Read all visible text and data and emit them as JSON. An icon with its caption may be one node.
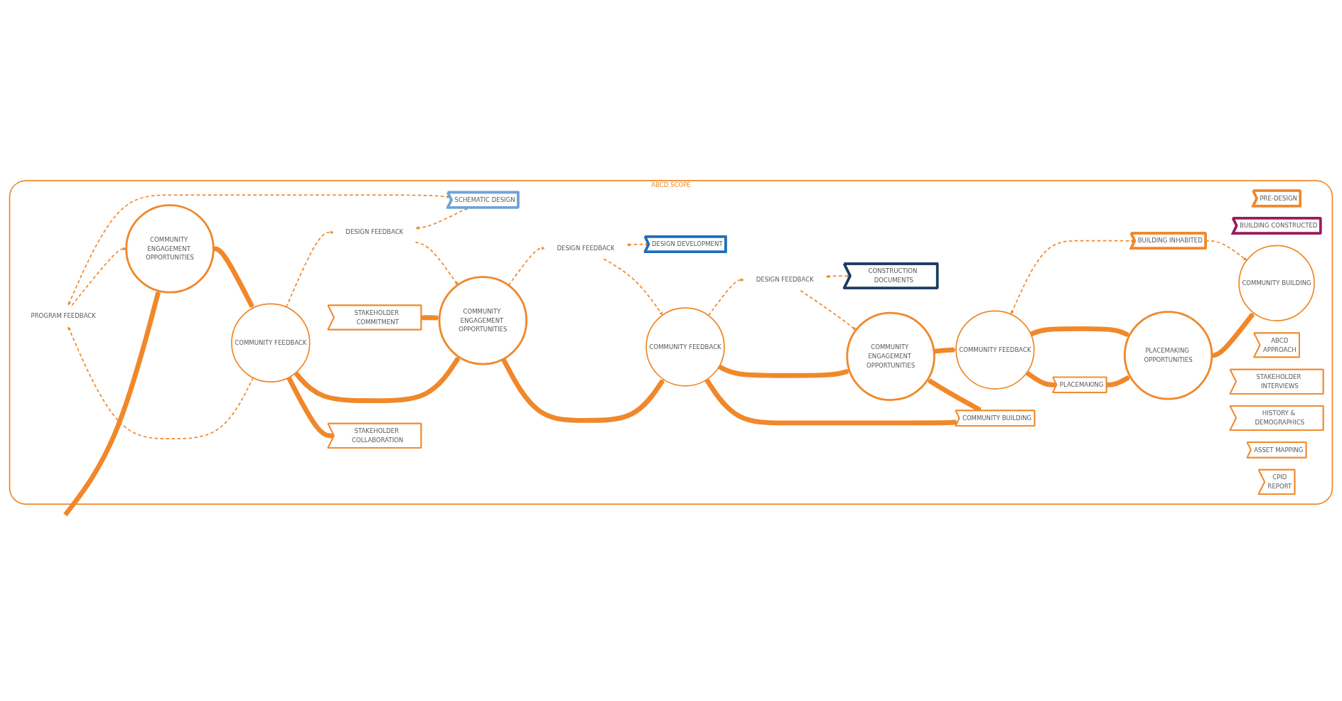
{
  "diagram": {
    "nodes": [
      {
        "text": [
          "ABCD SCOPE"
        ]
      },
      {
        "text": [
          "PRE-DESIGN"
        ],
        "in": 0
      },
      {
        "text": [
          "SCHEMATIC DESIGN"
        ],
        "in": 0
      },
      {
        "text": [
          "DESIGN DEVELOPMENT"
        ],
        "in": 0
      },
      {
        "text": [
          "CONSTRUCTION DOCUMENTS"
        ],
        "in": 0
      },
      {
        "text": [
          "BUILDING CONSTRUCTED"
        ],
        "in": 0
      },
      {
        "text": [
          "BUILDING INHABITED"
        ],
        "in": 0
      },
      {
        "text": [
          "PROGRAM FEEDBACK"
        ],
        "in": 0
      },
      {
        "text": [
          "DESIGN FEEDBACK"
        ],
        "in": 0
      },
      {
        "text": [
          "DESIGN FEEDBACK"
        ],
        "in": 0
      },
      {
        "text": [
          "DESIGN FEEDBACK"
        ],
        "in": 0
      },
      {
        "text": [
          "COMMUNITY ENGAGEMENT OPPORTUNITIES"
        ],
        "in": 0
      },
      {
        "text": [
          "COMMUNITY FEEDBACK"
        ],
        "in": 0
      },
      {
        "text": [
          "COMMUNITY ENGAGEMENT OPPORTUNITIES"
        ],
        "in": 0
      },
      {
        "text": [
          "COMMUNITY FEEDBACK"
        ],
        "in": 0
      },
      {
        "text": [
          "COMMUNITY ENGAGEMENT OPPORTUNITIES"
        ],
        "in": 0
      },
      {
        "text": [
          "COMMUNITY FEEDBACK"
        ],
        "in": 0
      },
      {
        "text": [
          "PLACEMAKING OPPORTUNITIES"
        ],
        "in": 0
      },
      {
        "text": [
          "COMMUNITY BUILDING"
        ],
        "in": 0
      },
      {
        "text": [
          "ABCD",
          "APPROACH"
        ],
        "in": 0
      },
      {
        "text": [
          "STAKEHOLDER INTERVIEWS"
        ],
        "in": 0
      },
      {
        "text": [
          "HISTORY & DEMOGRAPHICS"
        ],
        "in": 0
      },
      {
        "text": [
          "STAKEHOLDER COLLABORATION"
        ],
        "in": 0
      },
      {
        "text": [
          "ASSET MAPPING"
        ],
        "in": 0
      },
      {
        "text": [
          "STAKEHOLDER COMMITMENT"
        ],
        "in": 0
      },
      {
        "text": [
          "CPID",
          "REPORT"
        ],
        "in": 0
      },
      {
        "text": [
          "COMMUNITY BUILDING"
        ],
        "in": 0
      },
      {
        "text": [
          "PLACEMAKING"
        ],
        "in": 0
      }
    ],
    "edges": [
      {
        "from": 7,
        "to": 2,
        "arrow": "both",
        "style": "dashed"
      },
      {
        "from": 8,
        "to": 2,
        "arrow": "both",
        "style": "dashed"
      },
      {
        "from": 9,
        "to": 3,
        "arrow": "both",
        "style": "dashed"
      },
      {
        "from": 10,
        "to": 4,
        "arrow": "both",
        "style": "dashed"
      },
      {
        "from": 16,
        "to": 6,
        "arrow": "both",
        "style": "dashed"
      },
      {
        "from": 6,
        "to": 18,
        "arrow": "to",
        "style": "dashed"
      },
      {
        "from": 12,
        "to": 7,
        "arrow": "to",
        "style": "dashed"
      },
      {
        "from": 7,
        "to": 11,
        "arrow": "to",
        "style": "dashed"
      },
      {
        "from": 12,
        "to": 8,
        "arrow": "to",
        "style": "dashed"
      },
      {
        "from": 8,
        "to": 13,
        "arrow": "to",
        "style": "dashed"
      },
      {
        "from": 13,
        "to": 9,
        "arrow": "to",
        "style": "dashed"
      },
      {
        "from": 9,
        "to": 14,
        "arrow": "to",
        "style": "dashed"
      },
      {
        "from": 14,
        "to": 10,
        "arrow": "to",
        "style": "dashed"
      },
      {
        "from": 10,
        "to": 15,
        "arrow": "to",
        "style": "dashed"
      },
      {
        "from": null,
        "to": 11,
        "arrow": "to",
        "style": "thick"
      },
      {
        "from": 11,
        "to": 12,
        "arrow": "to",
        "style": "thick"
      },
      {
        "from": 12,
        "to": 13,
        "arrow": "to",
        "style": "thick"
      },
      {
        "from": 13,
        "to": 14,
        "arrow": "to",
        "style": "thick"
      },
      {
        "from": 14,
        "to": 15,
        "arrow": "to",
        "style": "thick"
      },
      {
        "from": 15,
        "to": 16,
        "arrow": "to",
        "style": "thick"
      },
      {
        "from": 16,
        "to": 17,
        "arrow": "to",
        "style": "thick"
      },
      {
        "from": 17,
        "to": 18,
        "arrow": "to",
        "style": "thick"
      },
      {
        "from": 12,
        "to": 22,
        "arrow": "to",
        "style": "thick"
      },
      {
        "from": 24,
        "to": 13,
        "arrow": "to",
        "style": "thick"
      },
      {
        "from": 14,
        "to": 26,
        "arrow": "to",
        "style": "thick"
      },
      {
        "from": 15,
        "to": 26,
        "arrow": "both",
        "style": "thick"
      },
      {
        "from": 16,
        "to": 27,
        "arrow": "to",
        "style": "thick"
      },
      {
        "from": 27,
        "to": 17,
        "arrow": "to",
        "style": "thick"
      }
    ]
  }
}
